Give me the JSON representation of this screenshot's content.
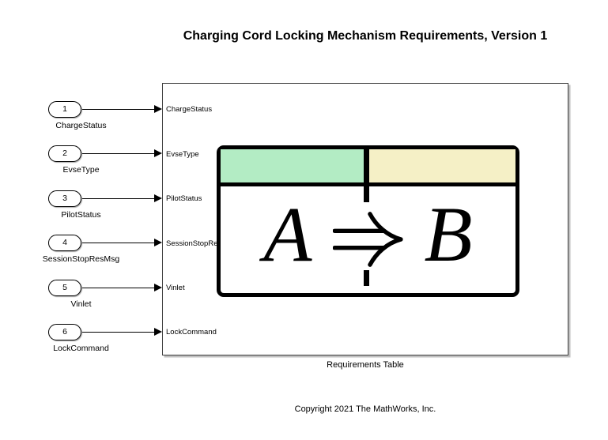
{
  "title": "Charging Cord Locking Mechanism Requirements, Version 1",
  "sources": [
    {
      "number": "1",
      "label": "ChargeStatus"
    },
    {
      "number": "2",
      "label": "EvseType"
    },
    {
      "number": "3",
      "label": "PilotStatus"
    },
    {
      "number": "4",
      "label": "SessionStopResMsg"
    },
    {
      "number": "5",
      "label": "Vinlet"
    },
    {
      "number": "6",
      "label": "LockCommand"
    }
  ],
  "block": {
    "name": "Requirements Table",
    "ports": [
      "ChargeStatus",
      "EvseType",
      "PilotStatus",
      "SessionStopResMsg",
      "Vinlet",
      "LockCommand"
    ],
    "icon": {
      "lhs": "A",
      "operator": "⇒",
      "rhs": "B",
      "header_left_color": "#b3ecc4",
      "header_right_color": "#f5f0c6",
      "border_color": "#000000"
    }
  },
  "copyright": "Copyright 2021 The MathWorks, Inc."
}
